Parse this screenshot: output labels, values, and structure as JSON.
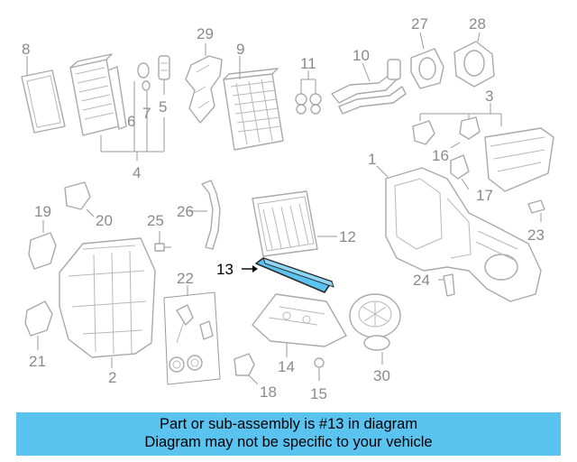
{
  "callouts": [
    "1",
    "2",
    "3",
    "4",
    "5",
    "6",
    "7",
    "8",
    "9",
    "10",
    "11",
    "12",
    "13",
    "14",
    "15",
    "16",
    "17",
    "18",
    "19",
    "20",
    "21",
    "22",
    "23",
    "24",
    "25",
    "26",
    "27",
    "28",
    "29",
    "30"
  ],
  "highlighted_part": "13",
  "colors": {
    "banner": "#5bc3f0",
    "highlight_part": "#5bc3f0",
    "line_art": "#a9a9a9",
    "callout_text": "#8a8a8a"
  },
  "banner": {
    "line1": "Part or sub-assembly is #13 in diagram",
    "line2": "Diagram may not be specific to your vehicle"
  }
}
